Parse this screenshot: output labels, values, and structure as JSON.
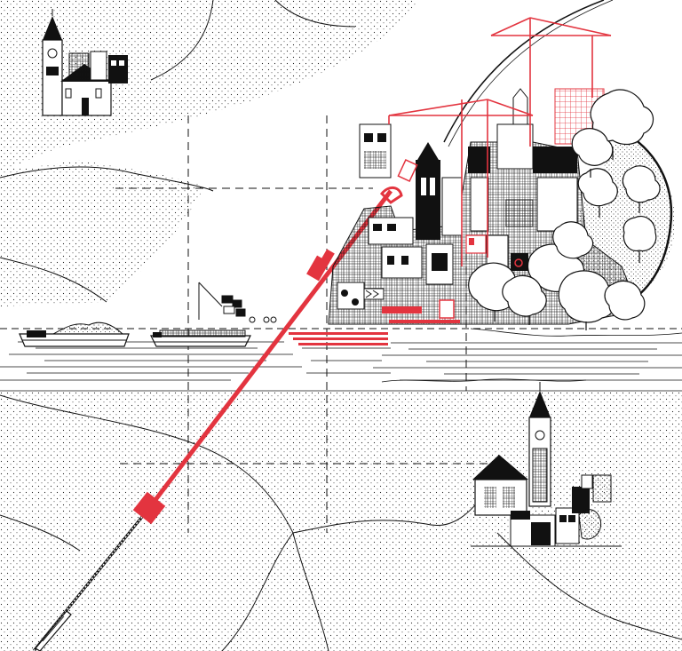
{
  "illustration": {
    "style": "black-and-white line drawing with red accents",
    "colors": {
      "ink": "#111111",
      "accent": "#e3343f",
      "paper": "#ffffff"
    },
    "elements": [
      "stippled-hill-terrain",
      "dashed-grid-lines",
      "river-with-horizontal-lines",
      "red-diagonal-rail-line",
      "red-bridge-block",
      "train",
      "barge-with-cargo",
      "container-barge",
      "town-with-church-top-left",
      "town-with-church-bottom-right",
      "dense-city-cluster",
      "red-construction-cranes",
      "forest-trees",
      "red-riverfront-quay"
    ]
  }
}
